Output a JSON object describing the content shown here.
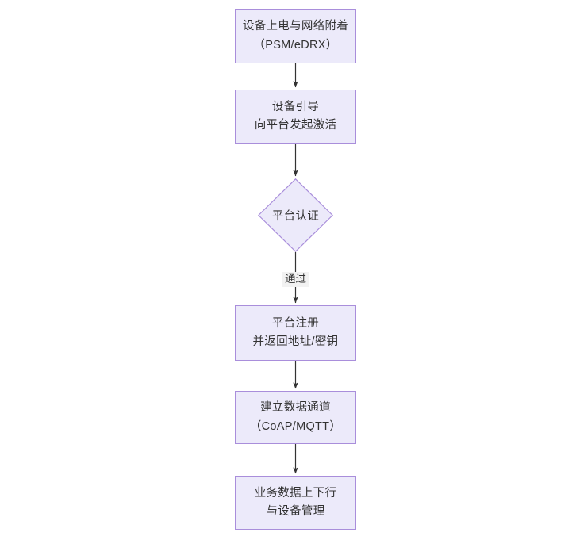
{
  "diagram": {
    "type": "flowchart",
    "orientation": "top-to-bottom",
    "title": "",
    "colors": {
      "node_fill": "#ECEAFA",
      "node_border": "#A98EDB",
      "text": "#333333",
      "edge_line": "#333333",
      "edge_label_bg": "#F2F2F2",
      "background": "#FFFFFF"
    },
    "nodes": [
      {
        "id": "n1",
        "shape": "rect",
        "lines": [
          "设备上电与网络附着",
          "（PSM/eDRX）"
        ]
      },
      {
        "id": "n2",
        "shape": "rect",
        "lines": [
          "设备引导",
          "向平台发起激活"
        ]
      },
      {
        "id": "n3",
        "shape": "diamond",
        "lines": [
          "平台认证"
        ]
      },
      {
        "id": "n4",
        "shape": "rect",
        "lines": [
          "平台注册",
          "并返回地址/密钥"
        ]
      },
      {
        "id": "n5",
        "shape": "rect",
        "lines": [
          "建立数据通道",
          "（CoAP/MQTT）"
        ]
      },
      {
        "id": "n6",
        "shape": "rect",
        "lines": [
          "业务数据上下行",
          "与设备管理"
        ]
      }
    ],
    "edges": [
      {
        "id": "e1",
        "from": "n1",
        "to": "n2",
        "label": ""
      },
      {
        "id": "e2",
        "from": "n2",
        "to": "n3",
        "label": ""
      },
      {
        "id": "e3",
        "from": "n3",
        "to": "n4",
        "label": "通过"
      },
      {
        "id": "e4",
        "from": "n4",
        "to": "n5",
        "label": ""
      },
      {
        "id": "e5",
        "from": "n5",
        "to": "n6",
        "label": ""
      }
    ]
  }
}
